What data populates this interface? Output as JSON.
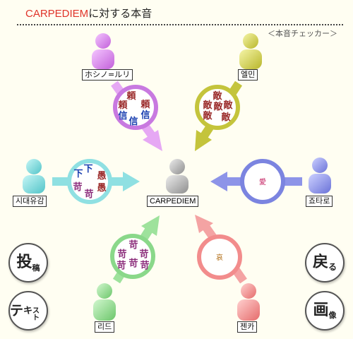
{
  "header": {
    "brand": "CARPEDIEM",
    "suffix": "に対する本音",
    "checker_link": "＜本音チェッカー＞"
  },
  "center": {
    "name": "CARPEDIEM"
  },
  "people": [
    {
      "name": "ホシノ=ルリ",
      "chars": [
        "頼",
        "頼",
        "信",
        "頼",
        "信",
        "信"
      ]
    },
    {
      "name": "엘민",
      "chars": [
        "敵",
        "敵",
        "敵",
        "敵",
        "敵",
        "敵"
      ]
    },
    {
      "name": "시대유감",
      "chars": [
        "下",
        "下",
        "愚",
        "苛",
        "苛",
        "愚"
      ]
    },
    {
      "name": "죠타로",
      "chars": [
        "愛"
      ]
    },
    {
      "name": "리드",
      "chars": [
        "苛",
        "苛",
        "苛",
        "苛",
        "苛",
        "苛"
      ]
    },
    {
      "name": "젠카",
      "chars": [
        "哀"
      ]
    }
  ],
  "buttons": {
    "post": {
      "big": "投",
      "small": "稿"
    },
    "text": {
      "big": "テ",
      "mid": "キ",
      "small": "スト"
    },
    "back": {
      "big": "戻",
      "small": "る"
    },
    "image": {
      "big": "画",
      "small": "像"
    }
  },
  "colors": {
    "pink": "#d87fe8",
    "yellow": "#d6d44a",
    "cyan": "#6fd3d6",
    "blue": "#7b84e0",
    "green": "#8ad88a",
    "salmon": "#f28c8c",
    "gray": "#a8a8a8"
  }
}
